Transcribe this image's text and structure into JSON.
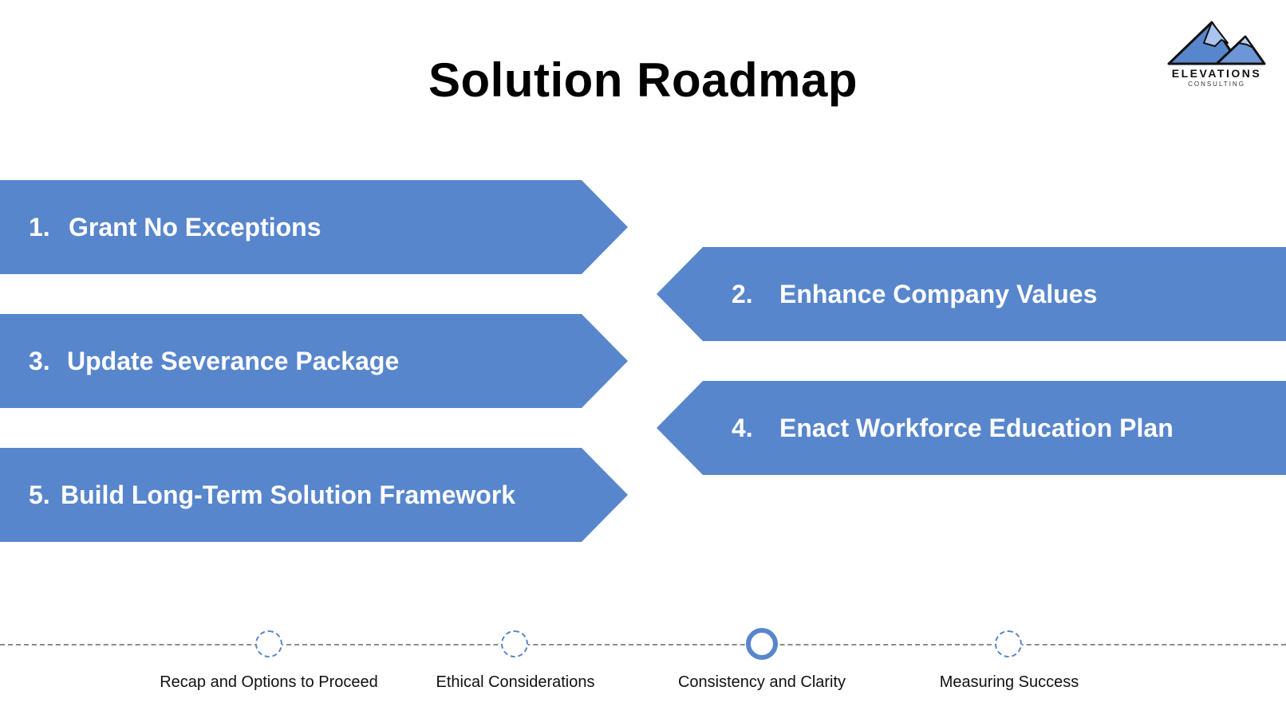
{
  "slide": {
    "title": "Solution Roadmap"
  },
  "logo": {
    "name": "ELEVATIONS",
    "subtitle": "CONSULTING",
    "icon": "mountain-icon",
    "color": "#5886cc"
  },
  "roadmap": {
    "accent_color": "#5886cc",
    "items": [
      {
        "number": "1.",
        "label": "Grant No Exceptions",
        "direction": "right"
      },
      {
        "number": "2.",
        "label": "Enhance Company Values",
        "direction": "left"
      },
      {
        "number": "3.",
        "label": "Update Severance Package",
        "direction": "right"
      },
      {
        "number": "4.",
        "label": "Enact Workforce Education Plan",
        "direction": "left"
      },
      {
        "number": "5.",
        "label": "Build Long-Term Solution Framework",
        "direction": "right"
      }
    ]
  },
  "progress": {
    "steps": [
      {
        "label": "Recap and Options to Proceed",
        "active": false
      },
      {
        "label": "Ethical Considerations",
        "active": false
      },
      {
        "label": "Consistency and Clarity",
        "active": true
      },
      {
        "label": "Measuring Success",
        "active": false
      }
    ]
  }
}
